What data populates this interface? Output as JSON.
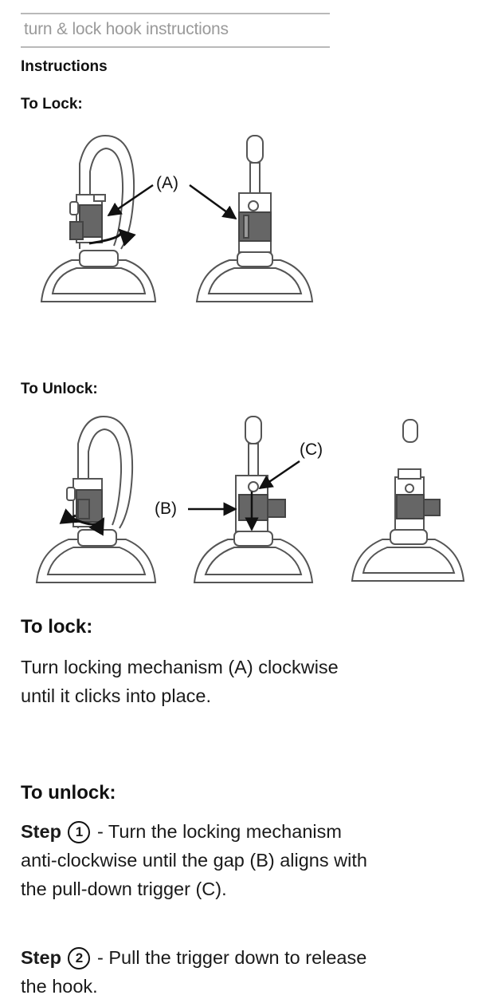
{
  "header": {
    "title": "turn & lock hook instructions"
  },
  "diagram": {
    "heading": "Instructions",
    "lock_label": "To Lock:",
    "unlock_label": "To Unlock:",
    "callouts": {
      "a": "(A)",
      "b": "(B)",
      "c": "(C)"
    }
  },
  "text": {
    "lock_heading": "To lock:",
    "lock_body": "Turn locking mechanism (A) clockwise until it clicks into place.",
    "unlock_heading": "To unlock:",
    "step_word": "Step",
    "step1_num": "1",
    "step1_text": "- Turn the locking mechanism anti-clockwise until the gap (B) aligns with the pull-down trigger (C).",
    "step2_num": "2",
    "step2_text": "- Pull the trigger down to release the hook."
  }
}
